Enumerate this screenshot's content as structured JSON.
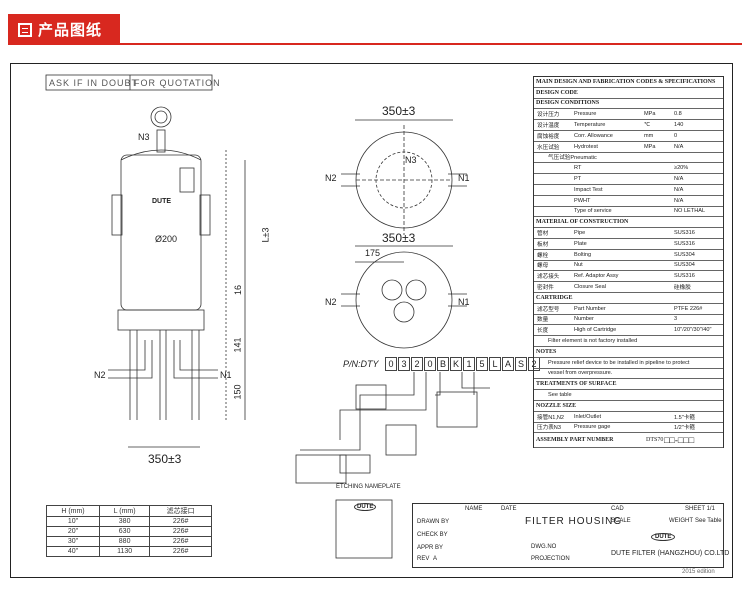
{
  "banner": {
    "title": "产品图纸"
  },
  "header_note": {
    "left": "ASK IF IN DOUBT",
    "right": "FOR QUOTATION"
  },
  "dims": {
    "width": "350±3",
    "width_bottom": "350±3",
    "len": "L±3",
    "dia": "Ø200",
    "d16": "16",
    "d141": "141",
    "d150": "150",
    "d175": "175",
    "n1": "N1",
    "n2": "N2",
    "n3": "N3",
    "nameplate_brand": "DUTE"
  },
  "pn": {
    "label": "P/N:DTY",
    "code": [
      "0",
      "3",
      "2",
      "0",
      "B",
      "K",
      "1",
      "5",
      "L",
      "A",
      "S",
      "2"
    ]
  },
  "etching": "ETCHING NAMEPLATE",
  "hl_table": {
    "headers": [
      "H (mm)",
      "L (mm)",
      "滤芯接口"
    ],
    "rows": [
      [
        "10\"",
        "380",
        "226#"
      ],
      [
        "20\"",
        "630",
        "226#"
      ],
      [
        "30\"",
        "880",
        "226#"
      ],
      [
        "40\"",
        "1130",
        "226#"
      ]
    ]
  },
  "spec": {
    "title": "MAIN DESIGN AND FABRICATION CODES & SPECIFICATIONS",
    "design_code": "DESIGN CODE",
    "design_conditions": "DESIGN CONDITIONS",
    "dc_rows": [
      [
        "设计压力",
        "Pressure",
        "MPa",
        "0.8"
      ],
      [
        "设计温度",
        "Temperature",
        "℃",
        "140"
      ],
      [
        "腐蚀裕度",
        "Corr. Allowance",
        "mm",
        "0"
      ],
      [
        "水压试验",
        "Hydrotest",
        "MPa",
        "N/A"
      ]
    ],
    "pneu": "气压试验Pneumatic",
    "pneu_rows": [
      [
        "",
        "RT",
        "",
        "≥20%"
      ],
      [
        "",
        "PT",
        "",
        "N/A"
      ],
      [
        "",
        "Impact Test",
        "",
        "N/A"
      ],
      [
        "",
        "PWHT",
        "",
        "N/A"
      ],
      [
        "",
        "Type of service",
        "",
        "NO LETHAL"
      ]
    ],
    "material": "MATERIAL OF CONSTRUCTION",
    "mat_rows": [
      [
        "管材",
        "Pipe",
        "",
        "SUS316"
      ],
      [
        "板材",
        "Plate",
        "",
        "SUS316"
      ],
      [
        "螺栓",
        "Bolting",
        "",
        "SUS304"
      ],
      [
        "螺母",
        "Nut",
        "",
        "SUS304"
      ],
      [
        "滤芯接头",
        "Ref. Adaptor Assy",
        "",
        "SUS316"
      ],
      [
        "密封件",
        "Closure Seal",
        "",
        "硅橡胶"
      ]
    ],
    "cartridge": "CARTRIDGE",
    "cart_rows": [
      [
        "滤芯型号",
        "Part Number",
        "",
        "PTFE 226#"
      ],
      [
        "数量",
        "Number",
        "",
        "3"
      ],
      [
        "长度",
        "High of Cartridge",
        "",
        "10\"/20\"/30\"/40\""
      ]
    ],
    "cart_note": "Filter element is not factory installed",
    "notes": "NOTES",
    "notes_text": [
      "Pressure relief device to be installed in pipeline to protect",
      "vessel from overpressure."
    ],
    "treat": "TREATMENTS OF SURFACE",
    "treat_val": "See table",
    "nozzle": "NOZZLE SIZE",
    "noz_rows": [
      [
        "接管N1,N2",
        "Inlet/Outlet",
        "",
        "1.5\"卡箍"
      ],
      [
        "压力表N3",
        "Pressure gage",
        "",
        "1/2\"卡箍"
      ]
    ],
    "assembly": "ASSEMBLY PART NUMBER",
    "assembly_val": "DTS70",
    "assembly_code": "□□-□□□"
  },
  "title_block": {
    "name": "NAME",
    "date": "DATE",
    "drawn": "DRAWN BY",
    "check": "CHECK BY",
    "appr": "APPR BY",
    "rev": "REV",
    "rev_val": "A",
    "product": "FILTER HOUSING",
    "cad": "CAD",
    "scale": "SCALE",
    "sheet": "SHEET 1/1",
    "weight": "WEIGHT",
    "weight_val": "See Table",
    "dwg": "DWG.NO",
    "projection": "PROJECTION",
    "brand": "DUTE",
    "company": "DUTE FILTER (HANGZHOU) CO.LTD",
    "edition": "2015 edition"
  }
}
